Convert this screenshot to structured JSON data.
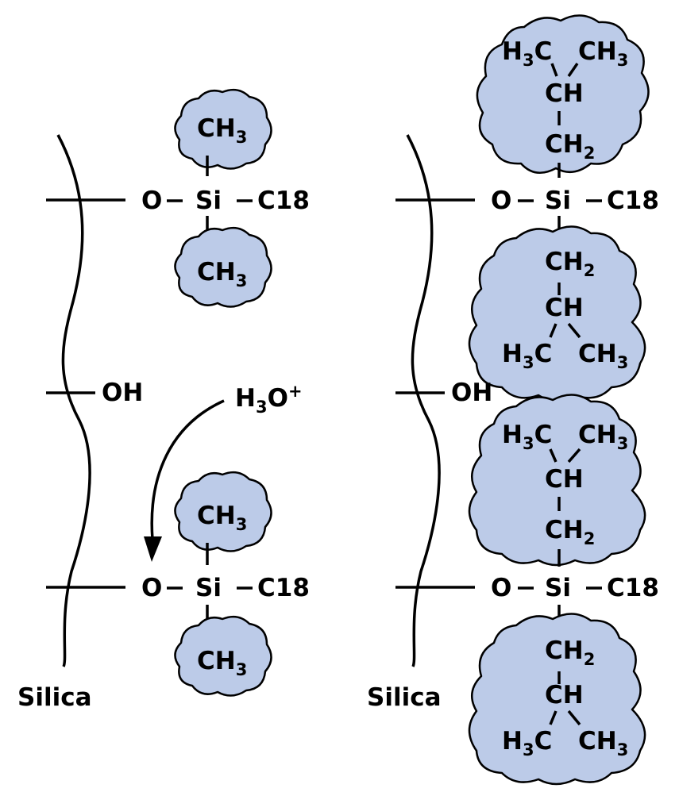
{
  "colors": {
    "blob_fill": "#bccbe8",
    "outline": "#000000",
    "background": "#ffffff"
  },
  "labels": {
    "oxygen": "O",
    "silicon": "Si",
    "c18": "C18",
    "oh": "OH",
    "h3o": "H",
    "h3o_sub": "3",
    "h3o_o": "O",
    "h3o_sup": "+",
    "silica": "Silica",
    "ch": "CH",
    "sub2": "2",
    "sub3": "3",
    "h": "H",
    "c": "C"
  },
  "icons": [
    "silica-surface-curve",
    "reaction-arrow",
    "methyl-cloud",
    "isobutyl-cloud"
  ]
}
